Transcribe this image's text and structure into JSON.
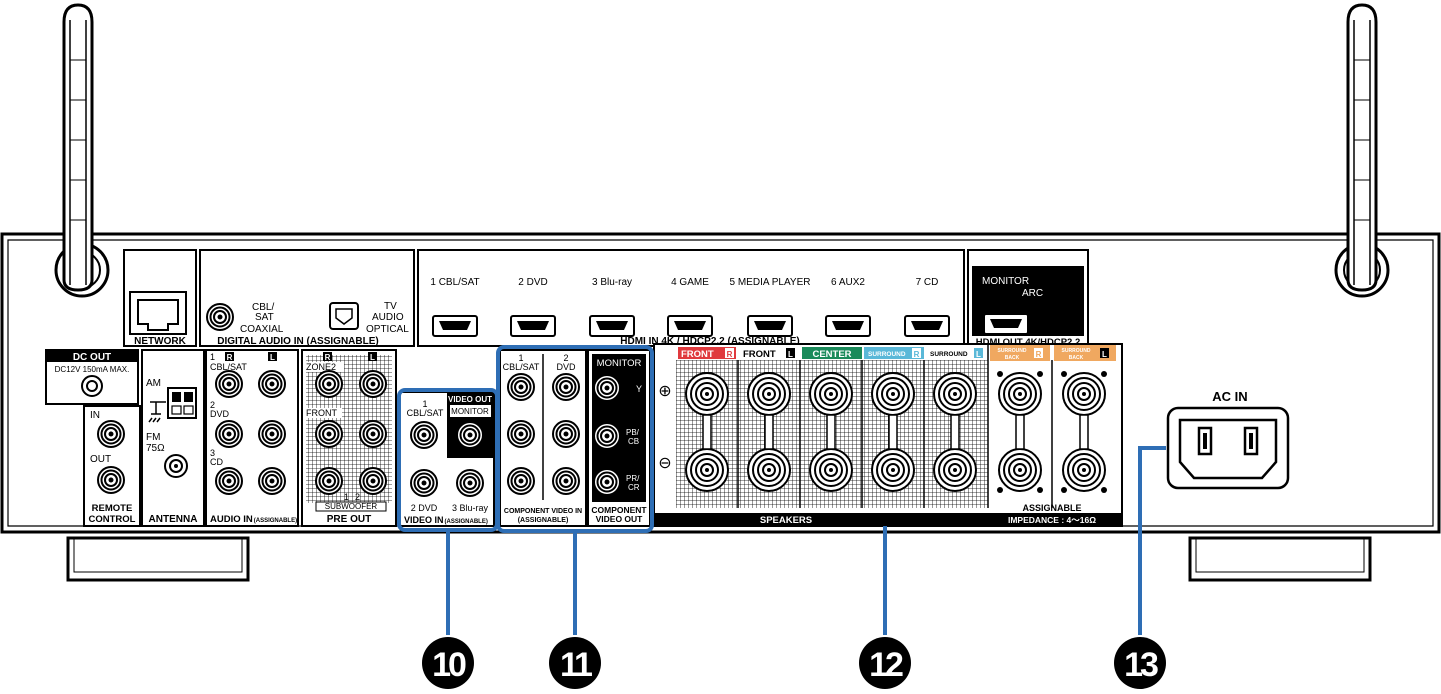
{
  "network": {
    "label": "NETWORK"
  },
  "digital_audio": {
    "coax_label_1": "CBL/",
    "coax_label_2": "SAT",
    "coaxial": "COAXIAL",
    "tv_1": "TV",
    "tv_2": "AUDIO",
    "optical": "OPTICAL",
    "section": "DIGITAL AUDIO IN (ASSIGNABLE)"
  },
  "hdmi_in": {
    "inputs": [
      "1 CBL/SAT",
      "2 DVD",
      "3 Blu-ray",
      "4 GAME",
      "5 MEDIA PLAYER",
      "6 AUX2",
      "7 CD"
    ],
    "section": "HDMI IN  4K / HDCP2.2 (ASSIGNABLE)"
  },
  "hdmi_out": {
    "monitor": "MONITOR",
    "arc": "ARC",
    "section": "HDMI OUT 4K/HDCP2.2"
  },
  "dc_out": {
    "title": "DC OUT",
    "spec": "DC12V 150mA MAX."
  },
  "remote": {
    "in": "IN",
    "out": "OUT",
    "label1": "REMOTE",
    "label2": "CONTROL"
  },
  "antenna": {
    "am": "AM",
    "fm": "FM",
    "fm_ohm": "75Ω",
    "label": "ANTENNA"
  },
  "audio_in": {
    "n1": "1",
    "r": "R",
    "l": "L",
    "cbl": "CBL/SAT",
    "n2": "2",
    "dvd": "DVD",
    "n3": "3",
    "cd": "CD",
    "label": "AUDIO IN",
    "assign": "(ASSIGNABLE)"
  },
  "pre_out": {
    "r": "R",
    "l": "L",
    "zone2": "ZONE2",
    "front": "FRONT",
    "n1": "1",
    "n2": "2",
    "subwoofer": "SUBWOOFER",
    "label": "PRE OUT"
  },
  "video_in": {
    "n1": "1",
    "cbl": "CBL/SAT",
    "video_out": "VIDEO OUT",
    "monitor": "MONITOR",
    "dvd": "2 DVD",
    "bluray": "3 Blu-ray",
    "label": "VIDEO IN",
    "assign": "(ASSIGNABLE)"
  },
  "component_in": {
    "n1": "1",
    "cbl": "CBL/SAT",
    "n2": "2",
    "dvd": "DVD",
    "label1": "COMPONENT VIDEO IN",
    "label2": "(ASSIGNABLE)"
  },
  "component_out": {
    "monitor": "MONITOR",
    "y": "Y",
    "pb": "PB/",
    "cb": "CB",
    "pr": "PR/",
    "cr": "CR",
    "label1": "COMPONENT",
    "label2": "VIDEO OUT"
  },
  "speakers": {
    "plus": "⊕",
    "minus": "⊖",
    "front_r": "FRONT",
    "front_l": "FRONT",
    "center": "CENTER",
    "surround_r": "SURROUND",
    "surround_l": "SURROUND",
    "sb_1": "SURROUND",
    "sb_2": "BACK",
    "r": "R",
    "l": "L",
    "assignable": "ASSIGNABLE",
    "label": "SPEAKERS",
    "impedance": "IMPEDANCE : 4～16Ω"
  },
  "ac_in": {
    "label": "AC IN"
  },
  "callouts": [
    "10",
    "11",
    "12",
    "13"
  ],
  "colors": {
    "callout_line": "#2e6eb5",
    "front_red": "#e03a3e",
    "center_green": "#1a8a5a",
    "surround_blue": "#5ab8d8",
    "surround_back_orange": "#f0a860"
  }
}
